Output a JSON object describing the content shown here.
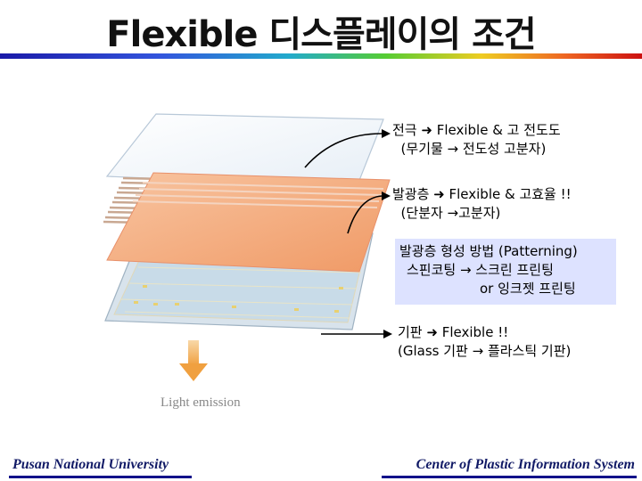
{
  "title": "Flexible 디스플레이의 조건",
  "labels": {
    "electrode": {
      "line1": "전극 ➜ Flexible & 고 전도도",
      "line2": "  (무기물 → 전도성 고분자)"
    },
    "emissive": {
      "line1": "발광층 ➜ Flexible & 고효율 !!",
      "line2": "  (단분자 →고분자)"
    },
    "patterning": {
      "line1": "발광층 형성 방법 (Patterning)",
      "line2": "스핀코팅 → 스크린 프린팅",
      "line3": "or 잉크젯 프린팅"
    },
    "substrate": {
      "line1": "기판 ➜ Flexible !!",
      "line2": "(Glass 기판 → 플라스틱 기판)"
    }
  },
  "diagram": {
    "light_emission": "Light emission"
  },
  "footer": {
    "left": "Pusan National University",
    "right": "Center of Plastic Information System"
  },
  "colors": {
    "rule_start": "#1a1aa8",
    "rule_end": "#cc1111",
    "footer_text": "#111a66",
    "layer_orange": "#f4a878",
    "box_fill": "#dde2ff"
  }
}
